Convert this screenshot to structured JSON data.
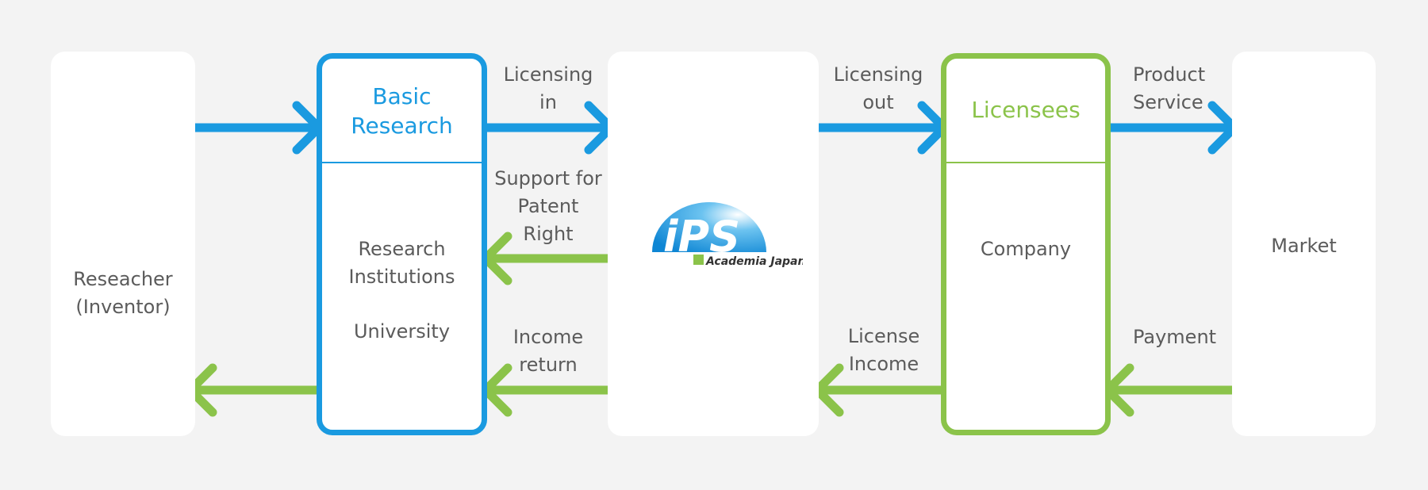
{
  "colors": {
    "blue": "#1a9ae0",
    "green": "#8bc34a",
    "text": "#5b5b5b",
    "background": "#f3f3f3"
  },
  "nodes": {
    "researcher": {
      "label": "Reseacher\n(Inventor)"
    },
    "basic_research": {
      "title": "Basic\nResearch",
      "body_line1": "Research\nInstitutions",
      "body_line2": "University"
    },
    "ips": {
      "logo_text": "Academia Japan",
      "logo_mark": "iPS",
      "icon": "ips-logo-icon"
    },
    "licensees": {
      "title": "Licensees",
      "body": "Company"
    },
    "market": {
      "label": "Market"
    }
  },
  "edges": {
    "licensing_in": "Licensing\nin",
    "support": "Support for\nPatent\nRight",
    "income_return": "Income\nreturn",
    "licensing_out": "Licensing\nout",
    "license_income": "License\nIncome",
    "product_service": "Product\nService",
    "payment": "Payment"
  }
}
